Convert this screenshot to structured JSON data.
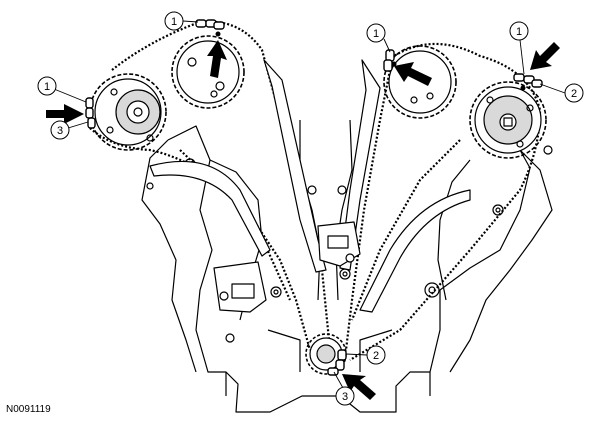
{
  "figure": {
    "id_label": "N0091119",
    "callouts": [
      {
        "key": "c1",
        "number": "1"
      },
      {
        "key": "c2",
        "number": "1"
      },
      {
        "key": "c3",
        "number": "3"
      },
      {
        "key": "c4",
        "number": "1"
      },
      {
        "key": "c5",
        "number": "1"
      },
      {
        "key": "c6",
        "number": "2"
      },
      {
        "key": "c7",
        "number": "2"
      },
      {
        "key": "c8",
        "number": "3"
      }
    ],
    "colors": {
      "line": "#000000",
      "background": "#ffffff",
      "fill": "#ffffff",
      "shade": "#d9d9d9"
    }
  }
}
